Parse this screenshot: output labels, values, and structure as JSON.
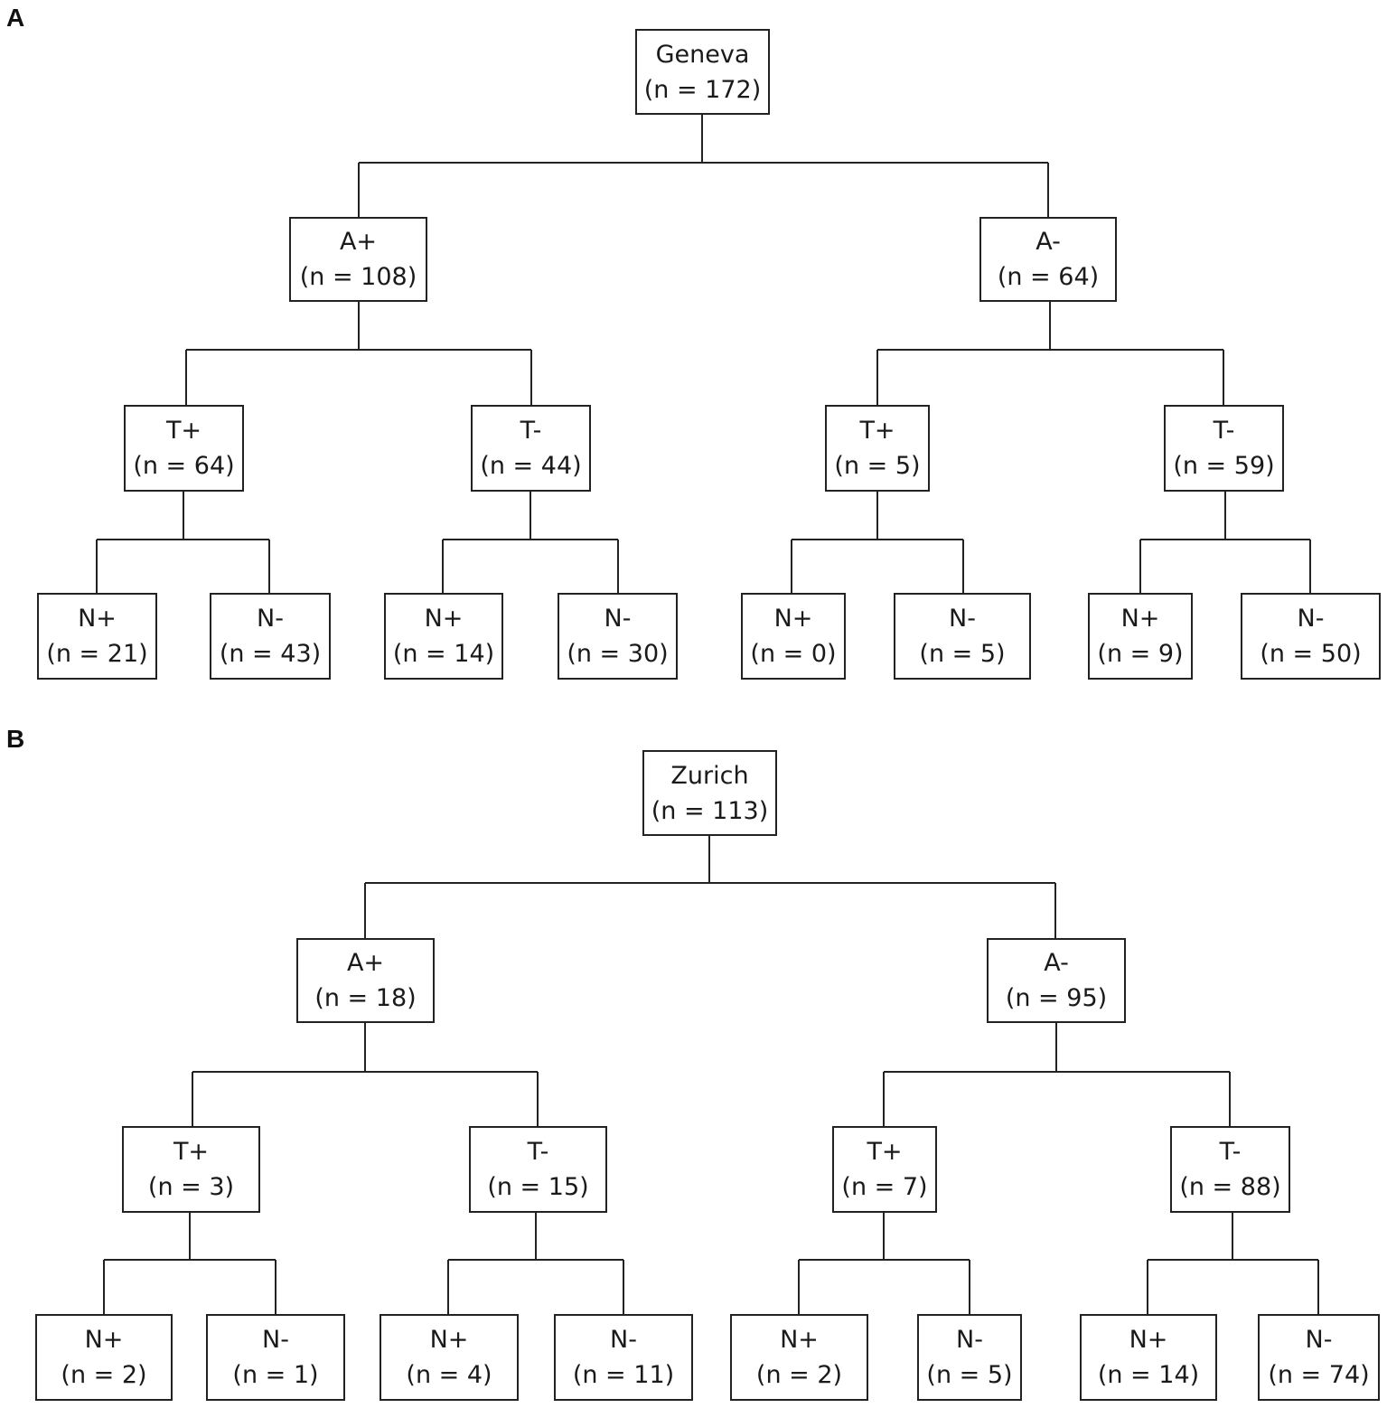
{
  "panels": [
    {
      "label": "A",
      "root": {
        "title": "Geneva",
        "count": "(n = 172)"
      },
      "level1": [
        {
          "title": "A+",
          "count": "(n = 108)"
        },
        {
          "title": "A-",
          "count": "(n = 64)"
        }
      ],
      "level2": [
        {
          "title": "T+",
          "count": "(n = 64)"
        },
        {
          "title": "T-",
          "count": "(n = 44)"
        },
        {
          "title": "T+",
          "count": "(n = 5)"
        },
        {
          "title": "T-",
          "count": "(n = 59)"
        }
      ],
      "level3": [
        {
          "title": "N+",
          "count": "(n = 21)"
        },
        {
          "title": "N-",
          "count": "(n = 43)"
        },
        {
          "title": "N+",
          "count": "(n = 14)"
        },
        {
          "title": "N-",
          "count": "(n = 30)"
        },
        {
          "title": "N+",
          "count": "(n = 0)"
        },
        {
          "title": "N-",
          "count": "(n = 5)"
        },
        {
          "title": "N+",
          "count": "(n = 9)"
        },
        {
          "title": "N-",
          "count": "(n = 50)"
        }
      ]
    },
    {
      "label": "B",
      "root": {
        "title": "Zurich",
        "count": "(n = 113)"
      },
      "level1": [
        {
          "title": "A+",
          "count": "(n = 18)"
        },
        {
          "title": "A-",
          "count": "(n = 95)"
        }
      ],
      "level2": [
        {
          "title": "T+",
          "count": "(n = 3)"
        },
        {
          "title": "T-",
          "count": "(n = 15)"
        },
        {
          "title": "T+",
          "count": "(n = 7)"
        },
        {
          "title": "T-",
          "count": "(n = 88)"
        }
      ],
      "level3": [
        {
          "title": "N+",
          "count": "(n = 2)"
        },
        {
          "title": "N-",
          "count": "(n = 1)"
        },
        {
          "title": "N+",
          "count": "(n = 4)"
        },
        {
          "title": "N-",
          "count": "(n = 11)"
        },
        {
          "title": "N+",
          "count": "(n = 2)"
        },
        {
          "title": "N-",
          "count": "(n = 5)"
        },
        {
          "title": "N+",
          "count": "(n = 14)"
        },
        {
          "title": "N-",
          "count": "(n = 74)"
        }
      ]
    }
  ]
}
